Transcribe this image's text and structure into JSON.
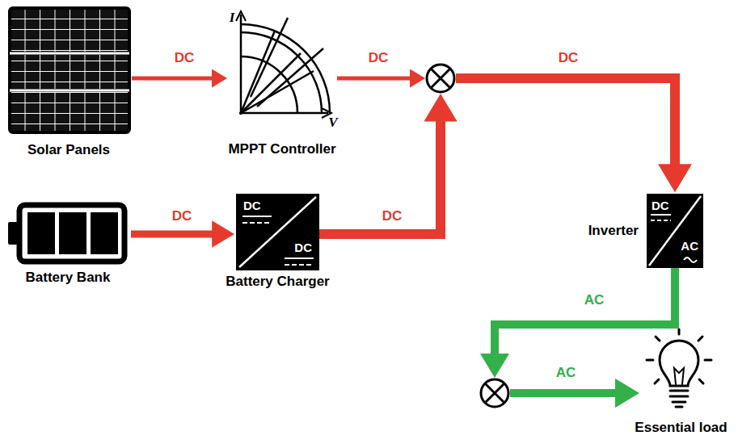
{
  "diagram": {
    "nodes": [
      {
        "text": [
          "Solar Panels"
        ]
      },
      {
        "text": [
          "MPPT Controller"
        ]
      },
      {
        "text": [
          "Battery Bank"
        ]
      },
      {
        "text": [
          "DC",
          "DC",
          "Battery Charger"
        ]
      },
      {
        "text": [
          "Inverter",
          "DC",
          "AC"
        ]
      },
      {
        "text": [
          "Essential load"
        ]
      }
    ],
    "edges": [
      {
        "from": 0,
        "to": 1,
        "arrow": "to",
        "label": "DC"
      },
      {
        "from": 1,
        "to": 4,
        "arrow": "to",
        "label": "DC"
      },
      {
        "from": 2,
        "to": 3,
        "arrow": "to",
        "label": "DC"
      },
      {
        "from": 3,
        "to": 4,
        "arrow": "to",
        "label": "DC"
      },
      {
        "from": 4,
        "to": 5,
        "arrow": "to",
        "label": "AC"
      }
    ],
    "labels": [
      "I",
      "V",
      "DC",
      "AC"
    ]
  }
}
